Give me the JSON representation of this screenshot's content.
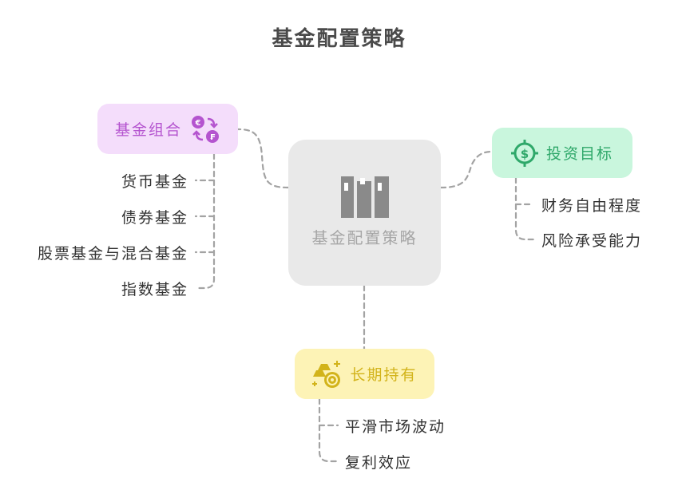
{
  "title": "基金配置策略",
  "center": {
    "label": "基金配置策略",
    "icon": "building-icon"
  },
  "branches": [
    {
      "id": "fund",
      "label": "基金组合",
      "icon": "exchange-icon",
      "color": "#b454cf",
      "background": "#f4ddfb",
      "children": [
        "货币基金",
        "债券基金",
        "股票基金与混合基金",
        "指数基金"
      ]
    },
    {
      "id": "goal",
      "label": "投资目标",
      "icon": "dollar-target-icon",
      "color": "#2fa86a",
      "background": "#c9f6dd",
      "children": [
        "财务自由程度",
        "风险承受能力"
      ]
    },
    {
      "id": "hold",
      "label": "长期持有",
      "icon": "gold-coins-icon",
      "color": "#d2b31a",
      "background": "#fdf3b6",
      "children": [
        "平滑市场波动",
        "复利效应"
      ]
    }
  ],
  "colors": {
    "connector": "#a3a3a3",
    "center_bg": "#e9e9e9",
    "center_icon": "#8a8a8a"
  }
}
